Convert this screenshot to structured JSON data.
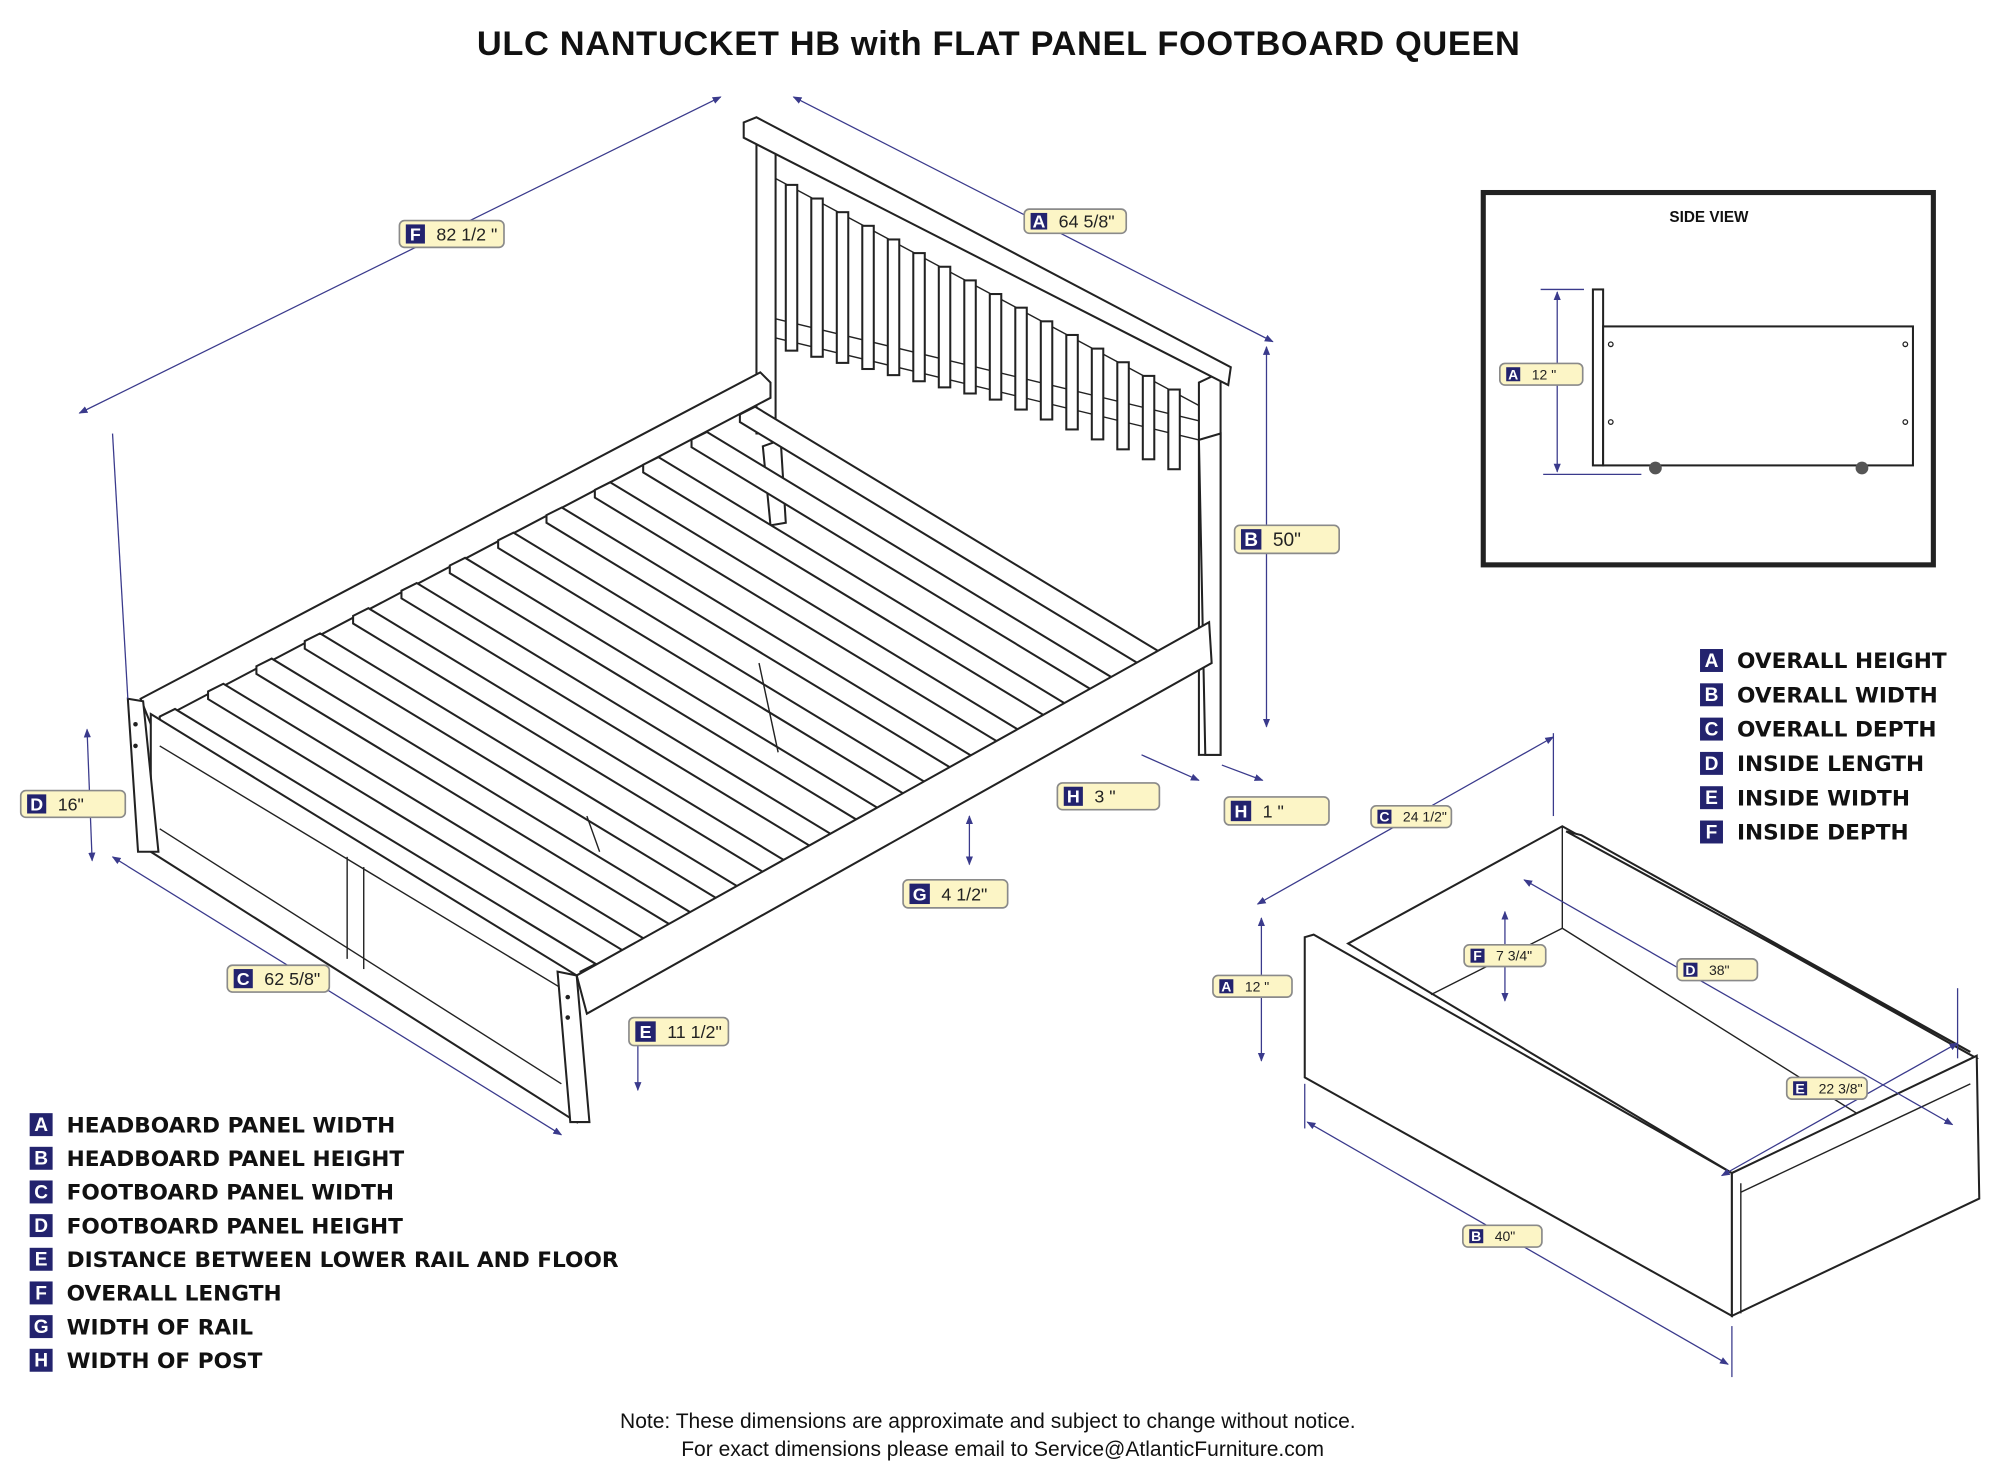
{
  "title": "ULC NANTUCKET HB with FLAT PANEL FOOTBOARD QUEEN",
  "bed_callouts": {
    "A": {
      "letter": "A",
      "value": "64 5/8\""
    },
    "B": {
      "letter": "B",
      "value": "50\""
    },
    "C": {
      "letter": "C",
      "value": "62 5/8\""
    },
    "D": {
      "letter": "D",
      "value": "16\""
    },
    "E": {
      "letter": "E",
      "value": "11 1/2\""
    },
    "F": {
      "letter": "F",
      "value": "82 1/2 \""
    },
    "G": {
      "letter": "G",
      "value": "4 1/2\""
    },
    "H1": {
      "letter": "H",
      "value": "3 \""
    },
    "H2": {
      "letter": "H",
      "value": "1 \""
    }
  },
  "bed_legend": [
    {
      "letter": "A",
      "label": "HEADBOARD PANEL WIDTH"
    },
    {
      "letter": "B",
      "label": "HEADBOARD PANEL HEIGHT"
    },
    {
      "letter": "C",
      "label": "FOOTBOARD PANEL WIDTH"
    },
    {
      "letter": "D",
      "label": "FOOTBOARD PANEL HEIGHT"
    },
    {
      "letter": "E",
      "label": "DISTANCE BETWEEN LOWER RAIL AND FLOOR"
    },
    {
      "letter": "F",
      "label": "OVERALL LENGTH"
    },
    {
      "letter": "G",
      "label": "WIDTH OF RAIL"
    },
    {
      "letter": "H",
      "label": "WIDTH OF POST"
    }
  ],
  "side_view": {
    "title": "SIDE VIEW",
    "callout": {
      "letter": "A",
      "value": "12 \""
    }
  },
  "drawer_legend": [
    {
      "letter": "A",
      "label": "OVERALL HEIGHT"
    },
    {
      "letter": "B",
      "label": "OVERALL WIDTH"
    },
    {
      "letter": "C",
      "label": "OVERALL DEPTH"
    },
    {
      "letter": "D",
      "label": "INSIDE LENGTH"
    },
    {
      "letter": "E",
      "label": "INSIDE WIDTH"
    },
    {
      "letter": "F",
      "label": "INSIDE DEPTH"
    }
  ],
  "drawer_callouts": {
    "A": {
      "letter": "A",
      "value": "12 \""
    },
    "B": {
      "letter": "B",
      "value": "40\""
    },
    "C": {
      "letter": "C",
      "value": "24 1/2\""
    },
    "D": {
      "letter": "D",
      "value": "38\""
    },
    "E": {
      "letter": "E",
      "value": "22 3/8\""
    },
    "F": {
      "letter": "F",
      "value": "7 3/4\""
    }
  },
  "note": {
    "line1": "Note:  These dimensions are approximate and subject to change without notice.",
    "line2": "For exact dimensions please email to Service@AtlanticFurniture.com"
  },
  "colors": {
    "badge": "#23236e",
    "callout_fill": "#fcf5c6",
    "dimension_line": "#3a3a8c"
  }
}
